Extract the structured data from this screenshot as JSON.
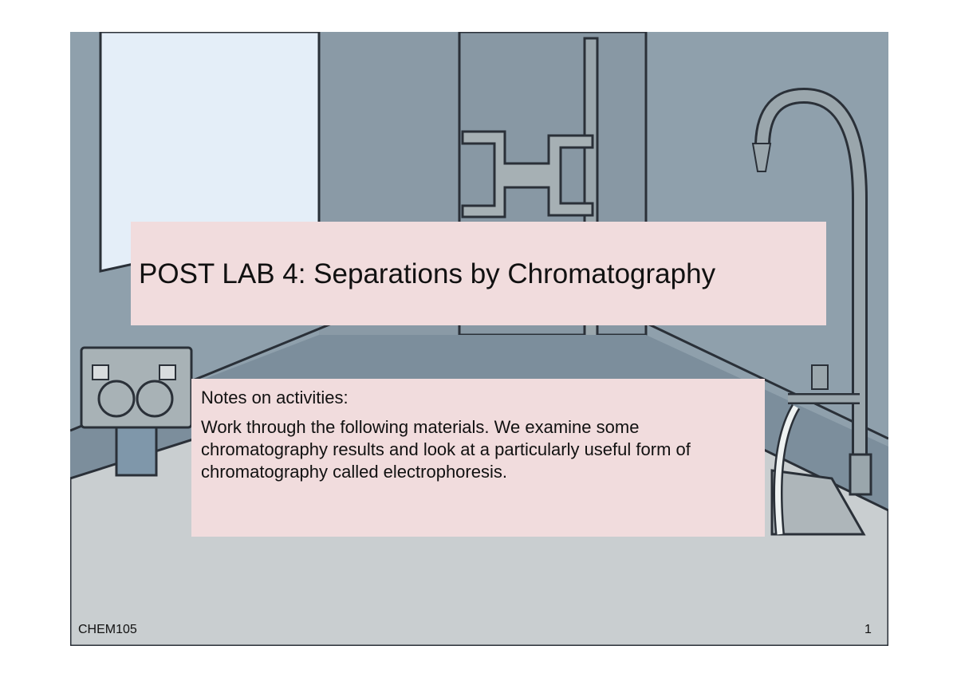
{
  "slide": {
    "title": "POST LAB 4: Separations by Chromatography",
    "notes": {
      "heading": "Notes on activities:",
      "body": "Work through the following materials. We examine some chromatography results and look at a particularly useful form of chromatography called electrophoresis."
    },
    "footer": {
      "course_code": "CHEM105",
      "page_number": "1"
    },
    "background": {
      "scene": "laboratory illustration",
      "icons": [
        "window-icon",
        "fume-hood-icon",
        "retort-clamp-icon",
        "gas-tap-icon",
        "faucet-icon",
        "sink-icon",
        "hose-icon"
      ]
    },
    "colors": {
      "wall": "#8fa0ac",
      "text_box": "#f1dcdd",
      "bench": "#c9ced0"
    }
  }
}
